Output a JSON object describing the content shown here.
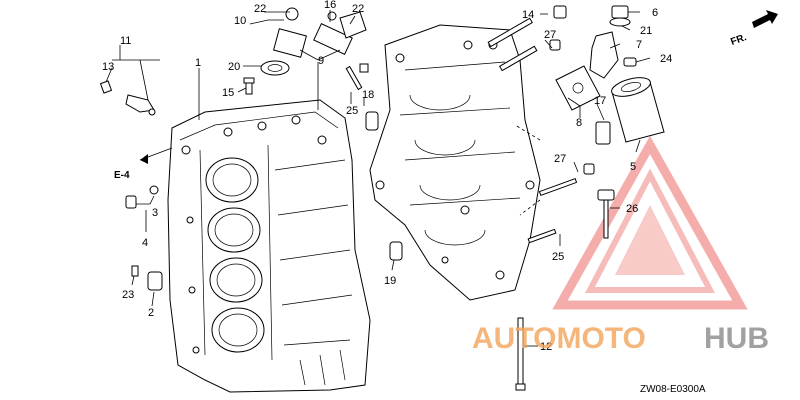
{
  "diagram": {
    "drawing_code": "ZW08-E0300A",
    "direction_label": "FR.",
    "section_ref": "E-4",
    "callouts": [
      {
        "id": "c1",
        "label": "1"
      },
      {
        "id": "c2",
        "label": "2"
      },
      {
        "id": "c3",
        "label": "3"
      },
      {
        "id": "c4",
        "label": "4"
      },
      {
        "id": "c5",
        "label": "5"
      },
      {
        "id": "c6",
        "label": "6"
      },
      {
        "id": "c7",
        "label": "7"
      },
      {
        "id": "c8",
        "label": "8"
      },
      {
        "id": "c9",
        "label": "9"
      },
      {
        "id": "c10",
        "label": "10"
      },
      {
        "id": "c11",
        "label": "11"
      },
      {
        "id": "c12",
        "label": "12"
      },
      {
        "id": "c13",
        "label": "13"
      },
      {
        "id": "c14",
        "label": "14"
      },
      {
        "id": "c15",
        "label": "15"
      },
      {
        "id": "c16",
        "label": "16"
      },
      {
        "id": "c17",
        "label": "17"
      },
      {
        "id": "c18",
        "label": "18"
      },
      {
        "id": "c19",
        "label": "19"
      },
      {
        "id": "c20",
        "label": "20"
      },
      {
        "id": "c21",
        "label": "21"
      },
      {
        "id": "c22a",
        "label": "22"
      },
      {
        "id": "c22b",
        "label": "22"
      },
      {
        "id": "c23",
        "label": "23"
      },
      {
        "id": "c24",
        "label": "24"
      },
      {
        "id": "c25a",
        "label": "25"
      },
      {
        "id": "c25b",
        "label": "25"
      },
      {
        "id": "c26",
        "label": "26"
      },
      {
        "id": "c27a",
        "label": "27"
      },
      {
        "id": "c27b",
        "label": "27"
      }
    ]
  },
  "watermark": {
    "text_part1": "AUTOMOTO",
    "text_part2": "HUB",
    "color_red": "#e8504a",
    "color_orange": "#f2a55a",
    "color_gray": "#8a8a8a"
  }
}
